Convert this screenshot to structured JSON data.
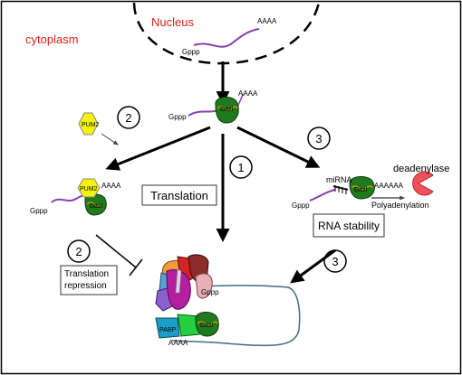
{
  "labels": {
    "nucleus": "Nucleus",
    "cytoplasm": "cytoplasm",
    "aaaa_nucleus": "AAAA",
    "gppp_nucleus": "Gppp",
    "aaaa_top": "AAAA",
    "gppp_top": "Gppp",
    "dazl_top": "Dazl",
    "pum2_free": "PUM2",
    "pum2_bound": "PUM2",
    "aaaa_left": "AAAA",
    "gppp_left": "Gppp",
    "dazl_left": "Dazl",
    "mirna": "miRNA",
    "dazl_right": "Dazl",
    "aaaaaa_right": "AAAAAA",
    "gppp_right": "Gppp",
    "polyadenylation": "Polyadenylation",
    "deadenylase": "deadenylase",
    "gppp_bottom": "Gppp",
    "pabp": "PABP",
    "aaaa_bottom": "AAAA",
    "dazl_bottom": "Dazl"
  },
  "boxes": {
    "translation": "Translation",
    "rna_stability": "RNA stability",
    "translation_repression": "Translation\nrepression"
  },
  "steps": {
    "step1": "1",
    "step2_top": "2",
    "step2_bottom": "2",
    "step3_top": "3",
    "step3_bottom": "3"
  },
  "colors": {
    "label_red": "#e0201b",
    "dazl_green": "#1f7a1f",
    "pum2_yellow": "#f4f20a",
    "mrna_purple": "#8a3fb0",
    "deadenylase_red": "#f0505a",
    "loop_blue": "#3e6a8a"
  }
}
